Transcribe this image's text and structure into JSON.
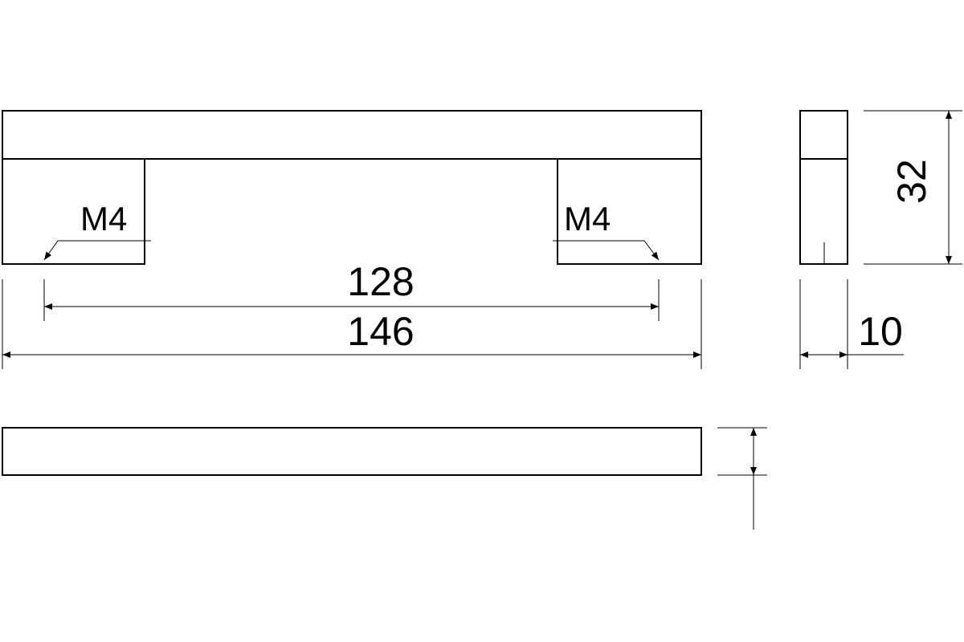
{
  "dimensions": {
    "thread_left": "M4",
    "thread_right": "M4",
    "center_distance": "128",
    "overall_length": "146",
    "height": "32",
    "width": "10"
  },
  "colors": {
    "line": "#000000",
    "background": "#ffffff"
  }
}
